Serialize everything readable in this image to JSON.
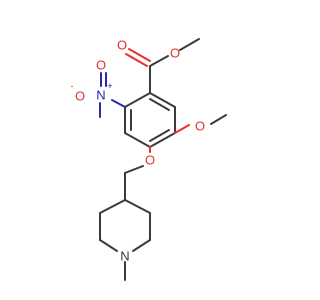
{
  "molecule": {
    "atoms": {
      "ester_carbonyl_o": {
        "label": "O",
        "charge": ""
      },
      "ester_o": {
        "label": "O",
        "charge": ""
      },
      "nitro_n": {
        "label": "N",
        "charge": "+"
      },
      "nitro_o_minus": {
        "label": "O",
        "charge": "-"
      },
      "nitro_o": {
        "label": "O",
        "charge": ""
      },
      "methoxy_o": {
        "label": "O",
        "charge": ""
      },
      "ether_o": {
        "label": "O",
        "charge": ""
      },
      "piperidine_n": {
        "label": "N",
        "charge": ""
      }
    }
  }
}
